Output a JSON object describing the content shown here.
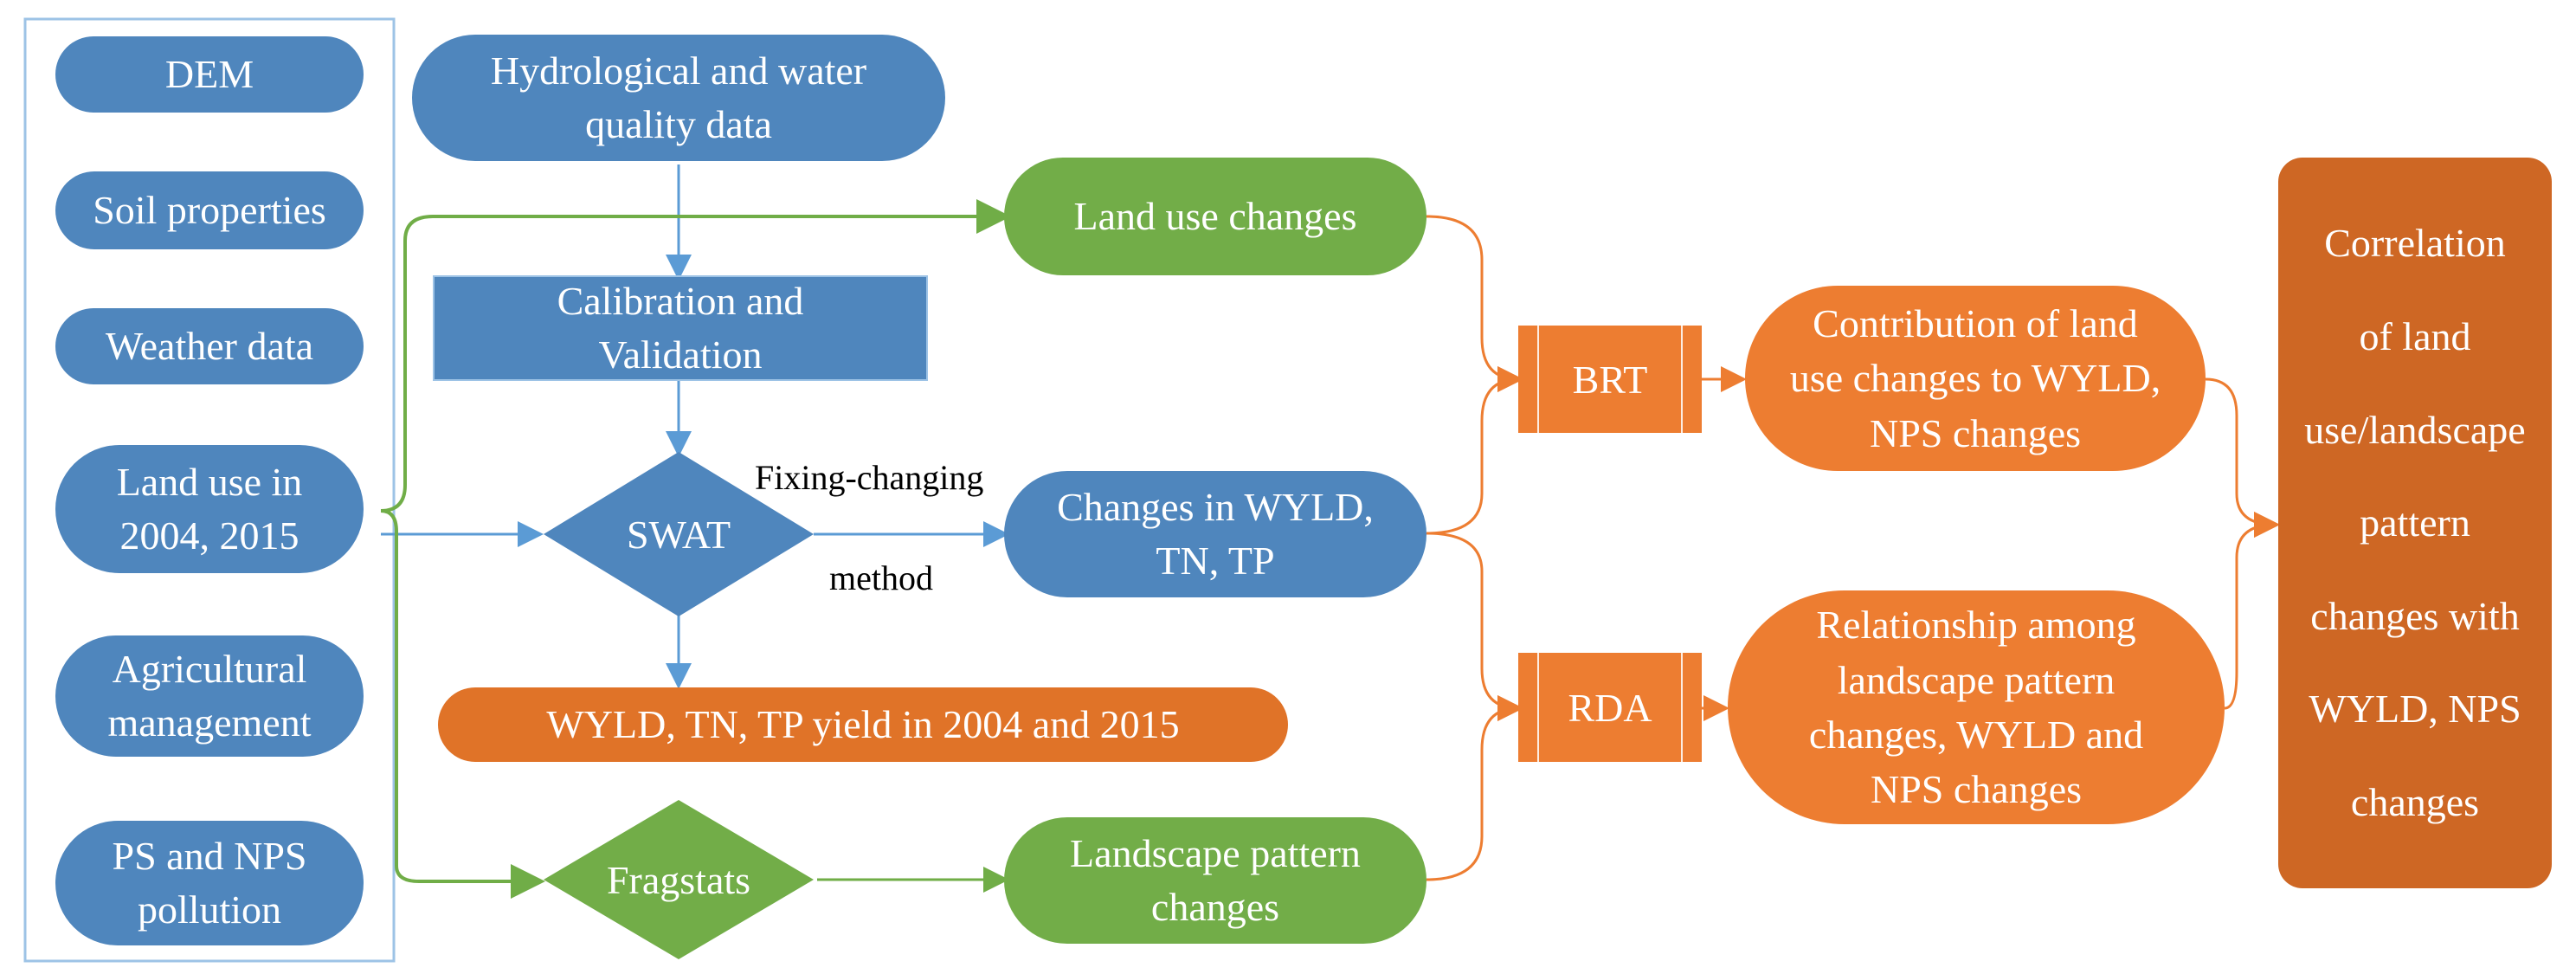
{
  "inputs": {
    "dem": "DEM",
    "soil": "Soil properties",
    "weather": "Weather data",
    "landuse": [
      "Land use in",
      "2004, 2015"
    ],
    "agri": [
      "Agricultural",
      "management"
    ],
    "ps": [
      "PS and NPS",
      "pollution"
    ]
  },
  "hydro": [
    "Hydrological and water",
    "quality data"
  ],
  "calibration": [
    "Calibration and",
    "Validation"
  ],
  "swat": "SWAT",
  "fixing": "Fixing-changing",
  "method": "method",
  "yield": "WYLD, TN, TP yield in 2004 and 2015",
  "fragstats": "Fragstats",
  "lu_changes": "Land use changes",
  "wyld_changes": [
    "Changes in WYLD,",
    "TN, TP"
  ],
  "landscape": [
    "Landscape pattern",
    "changes"
  ],
  "brt": "BRT",
  "rda": "RDA",
  "contribution": [
    "Contribution of land",
    "use changes to WYLD,",
    "NPS changes"
  ],
  "relationship": [
    "Relationship among",
    "landscape pattern",
    "changes, WYLD and",
    "NPS changes"
  ],
  "correlation": [
    "Correlation",
    "of land",
    "use/landscape",
    "pattern",
    "changes with",
    "WYLD, NPS",
    "changes"
  ],
  "colors": {
    "blue": "#4f86bd",
    "green": "#72ad48",
    "orange": "#ed7d31",
    "dark_orange": "#ce6724",
    "frame": "#9dc3e6"
  }
}
